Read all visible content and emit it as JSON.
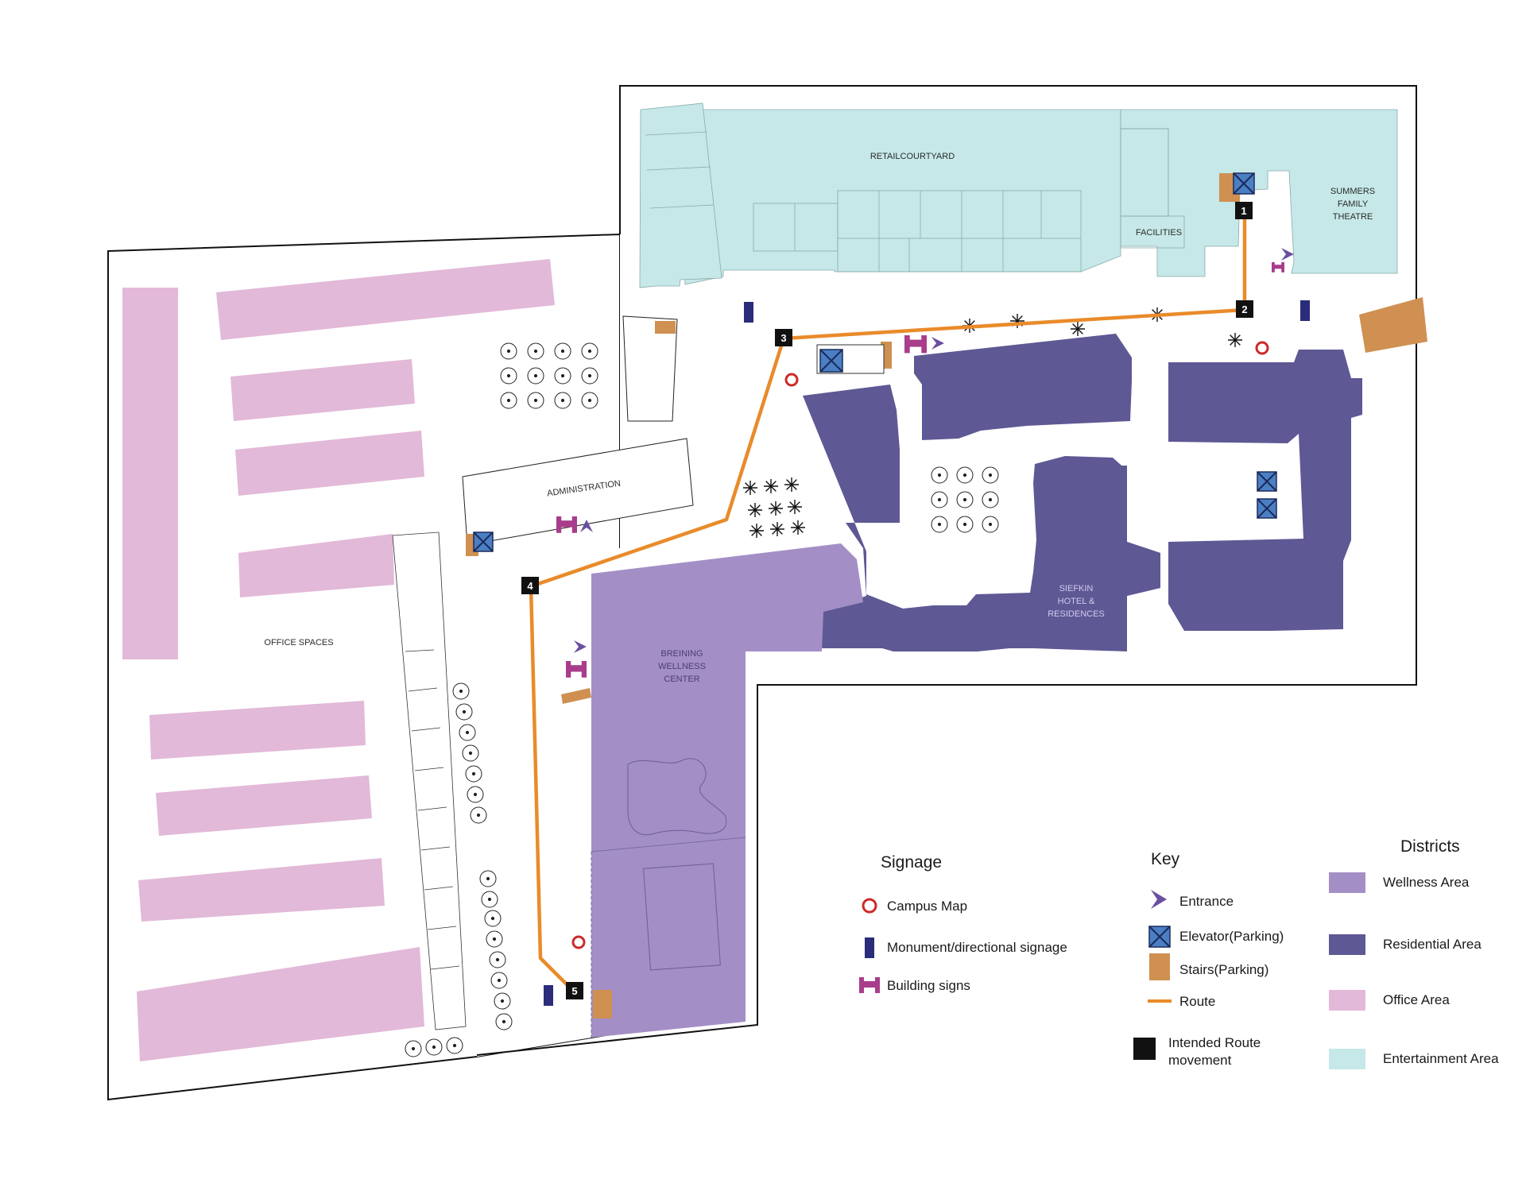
{
  "colors": {
    "wellness": "#a38fc6",
    "residential": "#5e5894",
    "office": "#e2b9d8",
    "entertainment": "#c6e8e8",
    "route": "#e98b2a",
    "stairs": "#cf9052",
    "elevator": "#4a7fc4",
    "campus_map": "#cc2a2a",
    "monument": "#2b2c7a",
    "building_sign": "#a83d8c",
    "entrance": "#6a4fa0",
    "marker": "#111111"
  },
  "labels": {
    "retail": "RETAILCOURTYARD",
    "facilities": "FACILITIES",
    "theatre": [
      "SUMMERS",
      "FAMILY",
      "THEATRE"
    ],
    "administration": "ADMINISTRATION",
    "office": "OFFICE SPACES",
    "wellness": [
      "BREINING",
      "WELLNESS",
      "CENTER"
    ],
    "hotel": [
      "SIEFKIN",
      "HOTEL &",
      "RESIDENCES"
    ]
  },
  "route_steps": [
    "1",
    "2",
    "3",
    "4",
    "5"
  ],
  "legend": {
    "signage": {
      "title": "Signage",
      "items": [
        {
          "icon": "campus-map-icon",
          "label": "Campus Map"
        },
        {
          "icon": "monument-sign-icon",
          "label": "Monument/directional signage"
        },
        {
          "icon": "building-sign-icon",
          "label": "Building signs"
        }
      ]
    },
    "key": {
      "title": "Key",
      "items": [
        {
          "icon": "entrance-icon",
          "label": "Entrance"
        },
        {
          "icon": "elevator-icon",
          "label": "Elevator(Parking)"
        },
        {
          "icon": "stairs-icon",
          "label": "Stairs(Parking)"
        },
        {
          "icon": "route-icon",
          "label": "Route"
        },
        {
          "icon": "route-marker-icon",
          "label": [
            "Intended Route",
            "movement"
          ]
        }
      ]
    },
    "districts": {
      "title": "Districts",
      "items": [
        {
          "icon": "wellness-swatch",
          "label": "Wellness Area"
        },
        {
          "icon": "residential-swatch",
          "label": "Residential Area"
        },
        {
          "icon": "office-swatch",
          "label": "Office Area"
        },
        {
          "icon": "entertainment-swatch",
          "label": "Entertainment Area"
        }
      ]
    }
  }
}
